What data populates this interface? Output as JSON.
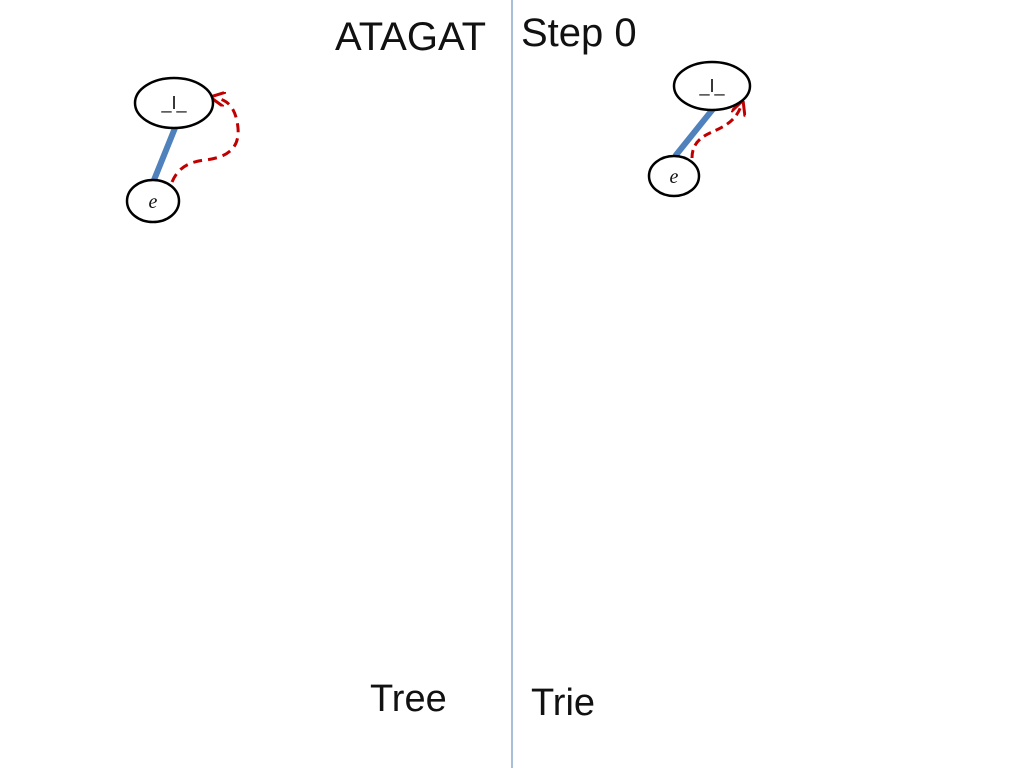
{
  "left_panel": {
    "title": "ATAGAT",
    "caption": "Tree",
    "root_label": "_I_",
    "child_label": "e"
  },
  "right_panel": {
    "title": "Step 0",
    "caption": "Trie",
    "root_label": "_I_",
    "child_label": "e"
  },
  "colors": {
    "edge": "#4f81bd",
    "suffix_link": "#c00000",
    "divider": "#a9bfd9",
    "node_stroke": "#000000"
  }
}
